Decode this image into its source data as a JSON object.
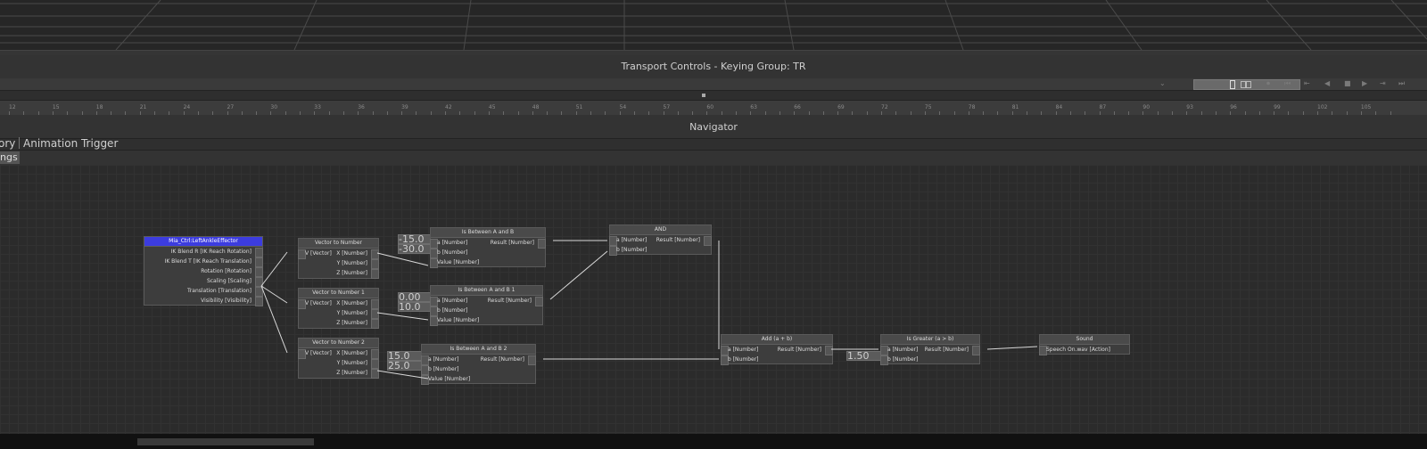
{
  "transport": {
    "title": "Transport Controls  -  Keying Group: TR",
    "buttons": [
      "⏺",
      "⏮",
      "⇤",
      "◀",
      "■",
      "▶",
      "⇥",
      "⏭"
    ]
  },
  "ruler": {
    "ticks": [
      "12",
      "15",
      "18",
      "21",
      "24",
      "27",
      "30",
      "33",
      "36",
      "39",
      "42",
      "45",
      "48",
      "51",
      "54",
      "57",
      "60",
      "63",
      "66",
      "69",
      "72",
      "75",
      "78",
      "81",
      "84",
      "87",
      "90",
      "93",
      "96",
      "99",
      "102",
      "105"
    ]
  },
  "navigator": {
    "title": "Navigator"
  },
  "tabs": {
    "left": "ory",
    "animation_trigger": "Animation Trigger",
    "subtab": "ngs"
  },
  "nodes": {
    "effector": {
      "title": "Mia_Ctrl:LeftAnkleEffector",
      "outputs": [
        "IK Blend R [IK Reach Rotation]",
        "IK Blend T [IK Reach Translation]",
        "Rotation [Rotation]",
        "Scaling [Scaling]",
        "Translation [Translation]",
        "Visibility [Visibility]"
      ]
    },
    "v2n_0": {
      "title": "Vector to Number",
      "input": "V [Vector]",
      "outputs": [
        "X [Number]",
        "Y [Number]",
        "Z [Number]"
      ]
    },
    "v2n_1": {
      "title": "Vector to Number 1",
      "input": "V [Vector]",
      "outputs": [
        "X [Number]",
        "Y [Number]",
        "Z [Number]"
      ]
    },
    "v2n_2": {
      "title": "Vector to Number 2",
      "input": "V [Vector]",
      "outputs": [
        "X [Number]",
        "Y [Number]",
        "Z [Number]"
      ]
    },
    "isb_0": {
      "title": "Is Between A and B",
      "a": "a [Number]",
      "result": "Result [Number]",
      "b": "b [Number]",
      "value": "Value [Number]",
      "val_a": "-15.0",
      "val_b": "-30.0"
    },
    "isb_1": {
      "title": "Is Between A and B 1",
      "a": "a [Number]",
      "result": "Result [Number]",
      "b": "b [Number]",
      "value": "Value [Number]",
      "val_a": "0.00",
      "val_b": "10.0"
    },
    "isb_2": {
      "title": "Is Between A and B 2",
      "a": "a [Number]",
      "result": "Result [Number]",
      "b": "b [Number]",
      "value": "Value [Number]",
      "val_a": "15.0",
      "val_b": "25.0"
    },
    "and": {
      "title": "AND",
      "a": "a [Number]",
      "result": "Result [Number]",
      "b": "b [Number]"
    },
    "add": {
      "title": "Add (a + b)",
      "a": "a [Number]",
      "result": "Result [Number]",
      "b": "b [Number]"
    },
    "greater": {
      "title": "Is Greater (a > b)",
      "a": "a [Number]",
      "result": "Result [Number]",
      "b": "b [Number]",
      "val_b": "1.50"
    },
    "sound": {
      "title": "Sound",
      "input": "Speech On.wav [Action]"
    }
  }
}
